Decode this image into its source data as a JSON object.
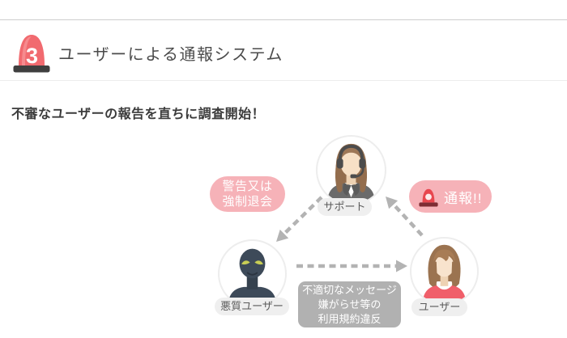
{
  "header": {
    "badge_number": "3",
    "title": "ユーザーによる通報システム"
  },
  "subtitle": "不審なユーザーの報告を直ちに調査開始！",
  "diagram": {
    "nodes": {
      "support": {
        "label": "サポート"
      },
      "malicious_user": {
        "label": "悪質ユーザー"
      },
      "user": {
        "label": "ユーザー"
      }
    },
    "bubbles": {
      "warning": {
        "line1": "警告又は",
        "line2": "強制退会"
      },
      "report": {
        "label": "通報!!"
      },
      "violation": {
        "line1": "不適切なメッセージ",
        "line2": "嫌がらせ等の",
        "line3": "利用規約違反"
      }
    },
    "arrows": [
      {
        "from": "support",
        "to": "malicious_user",
        "meaning": "警告又は強制退会"
      },
      {
        "from": "user",
        "to": "support",
        "meaning": "通報!!"
      },
      {
        "from": "malicious_user",
        "to": "user",
        "meaning": "不適切なメッセージ・嫌がらせ等の利用規約違反"
      }
    ],
    "colors": {
      "bubble_pink": "#f6b2b8",
      "violation_gray": "#b1b1b1",
      "pill_gray": "#efefef",
      "arrow_gray": "#b3b3b3",
      "siren_red": "#f16a6f",
      "siren_small_red": "#e8474f",
      "siren_base_dark": "#3f3f3f",
      "title_text": "#4b4b4b"
    }
  }
}
